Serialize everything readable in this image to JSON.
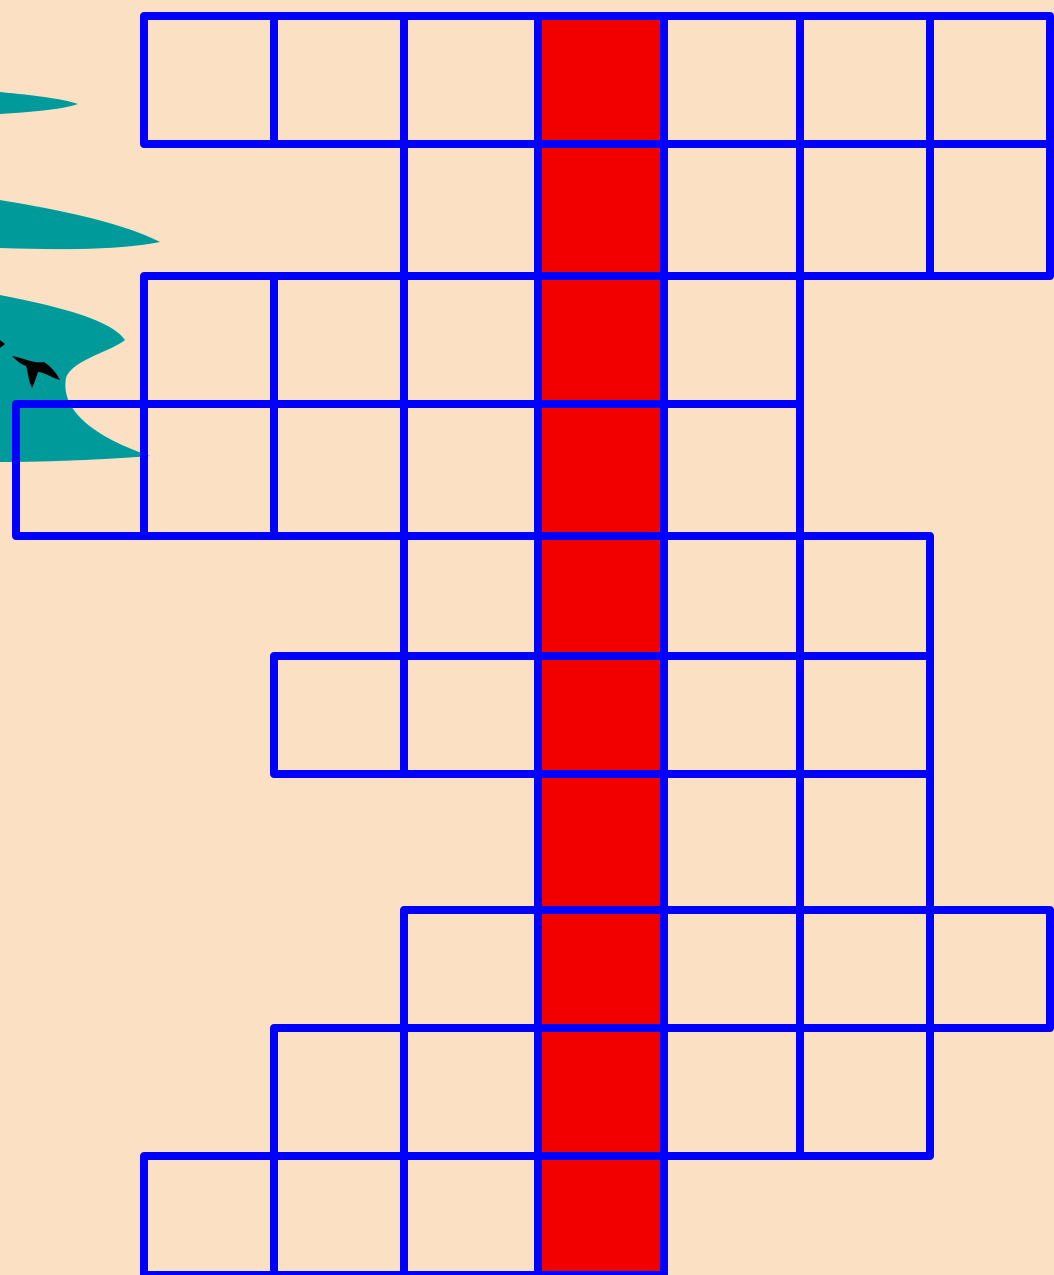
{
  "puzzle": {
    "type": "crossword-grid",
    "rows": 10,
    "highlight_column_index": 3,
    "row_cell_counts": [
      7,
      5,
      5,
      6,
      4,
      5,
      3,
      5,
      5,
      4
    ]
  },
  "colors": {
    "background": "#fce0c4",
    "grid_line": "#0000ff",
    "highlight_column": "#f20000",
    "decoration": "#009a9a",
    "bird": "#000000"
  },
  "decoration": {
    "icon": "teal-leaves-with-bird",
    "bird_icon": "bird-icon"
  }
}
